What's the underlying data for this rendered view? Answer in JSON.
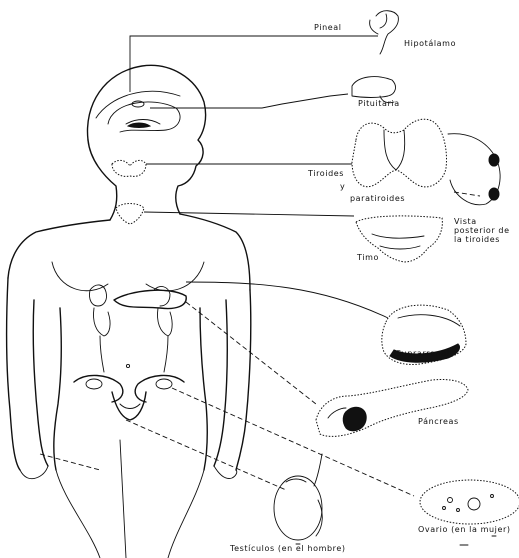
{
  "labels": {
    "pineal": "Pineal",
    "hypothalamus": "Hipotálamo",
    "pituitary": "Pituitaria",
    "thyroid": "Tiroides",
    "and": "y",
    "parathyroid": "paratiroides",
    "posterior_view": "Vista posterior de la tiroides",
    "thymus": "Timo",
    "adrenal": "Suprarrenal",
    "pancreas": "Páncreas",
    "ovary": "Ovario (en la mujer)",
    "testicles": "Testículos (en el hombre)"
  }
}
